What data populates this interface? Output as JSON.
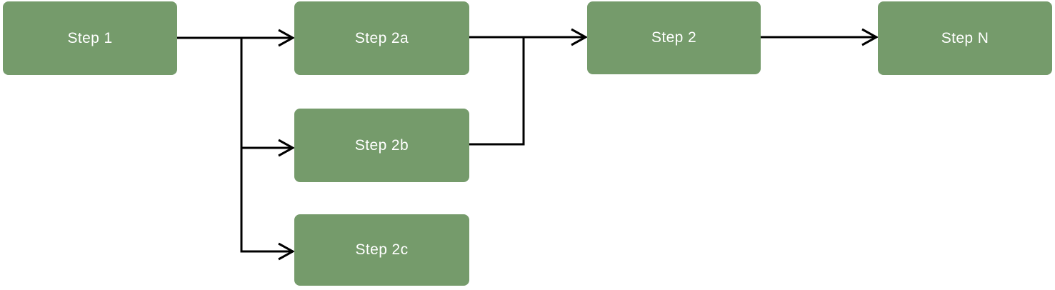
{
  "diagram": {
    "type": "flowchart",
    "direction": "left-to-right",
    "nodes": [
      {
        "id": "step1",
        "label": "Step 1"
      },
      {
        "id": "step2a",
        "label": "Step 2a"
      },
      {
        "id": "step2b",
        "label": "Step 2b"
      },
      {
        "id": "step2c",
        "label": "Step 2c"
      },
      {
        "id": "step2",
        "label": "Step 2"
      },
      {
        "id": "stepN",
        "label": "Step N"
      }
    ],
    "edges": [
      {
        "from": "step1",
        "to": "step2a",
        "arrow": "open-chevron"
      },
      {
        "from": "step1",
        "to": "step2b",
        "arrow": "open-chevron"
      },
      {
        "from": "step1",
        "to": "step2c",
        "arrow": "open-chevron"
      },
      {
        "from": "step2a",
        "to": "step2",
        "arrow": "open-chevron"
      },
      {
        "from": "step2b",
        "to": "step2",
        "arrow": "none-merges-into-step2a-line"
      },
      {
        "from": "step2",
        "to": "stepN",
        "arrow": "open-chevron"
      }
    ],
    "colors": {
      "node_fill": "#759b6b",
      "node_text": "#ffffff",
      "connector": "#000000",
      "background": "#ffffff"
    }
  }
}
